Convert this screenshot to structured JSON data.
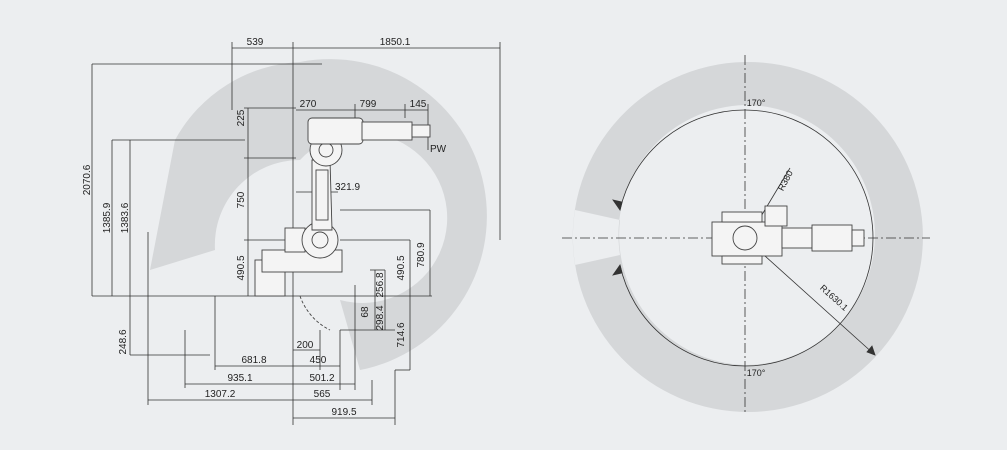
{
  "side_view": {
    "top_dims": [
      "539",
      "1850.1"
    ],
    "arm_dims": [
      "270",
      "799",
      "145"
    ],
    "left_dims": [
      "2070.6",
      "1385.9",
      "1383.6",
      "248.6"
    ],
    "inner_dims": [
      "225",
      "750",
      "490.5"
    ],
    "center_dims": [
      "321.9",
      "68",
      "256.8",
      "298.4",
      "490.5",
      "780.9",
      "714.6"
    ],
    "bottom_dims": [
      "681.8",
      "200",
      "450",
      "935.1",
      "501.2",
      "1307.2",
      "565",
      "919.5"
    ],
    "wrist_label": "PW"
  },
  "top_view": {
    "angle_top": "170°",
    "angle_bottom": "170°",
    "radius_label": "R1630.1",
    "inner_radius_label": "R380"
  }
}
